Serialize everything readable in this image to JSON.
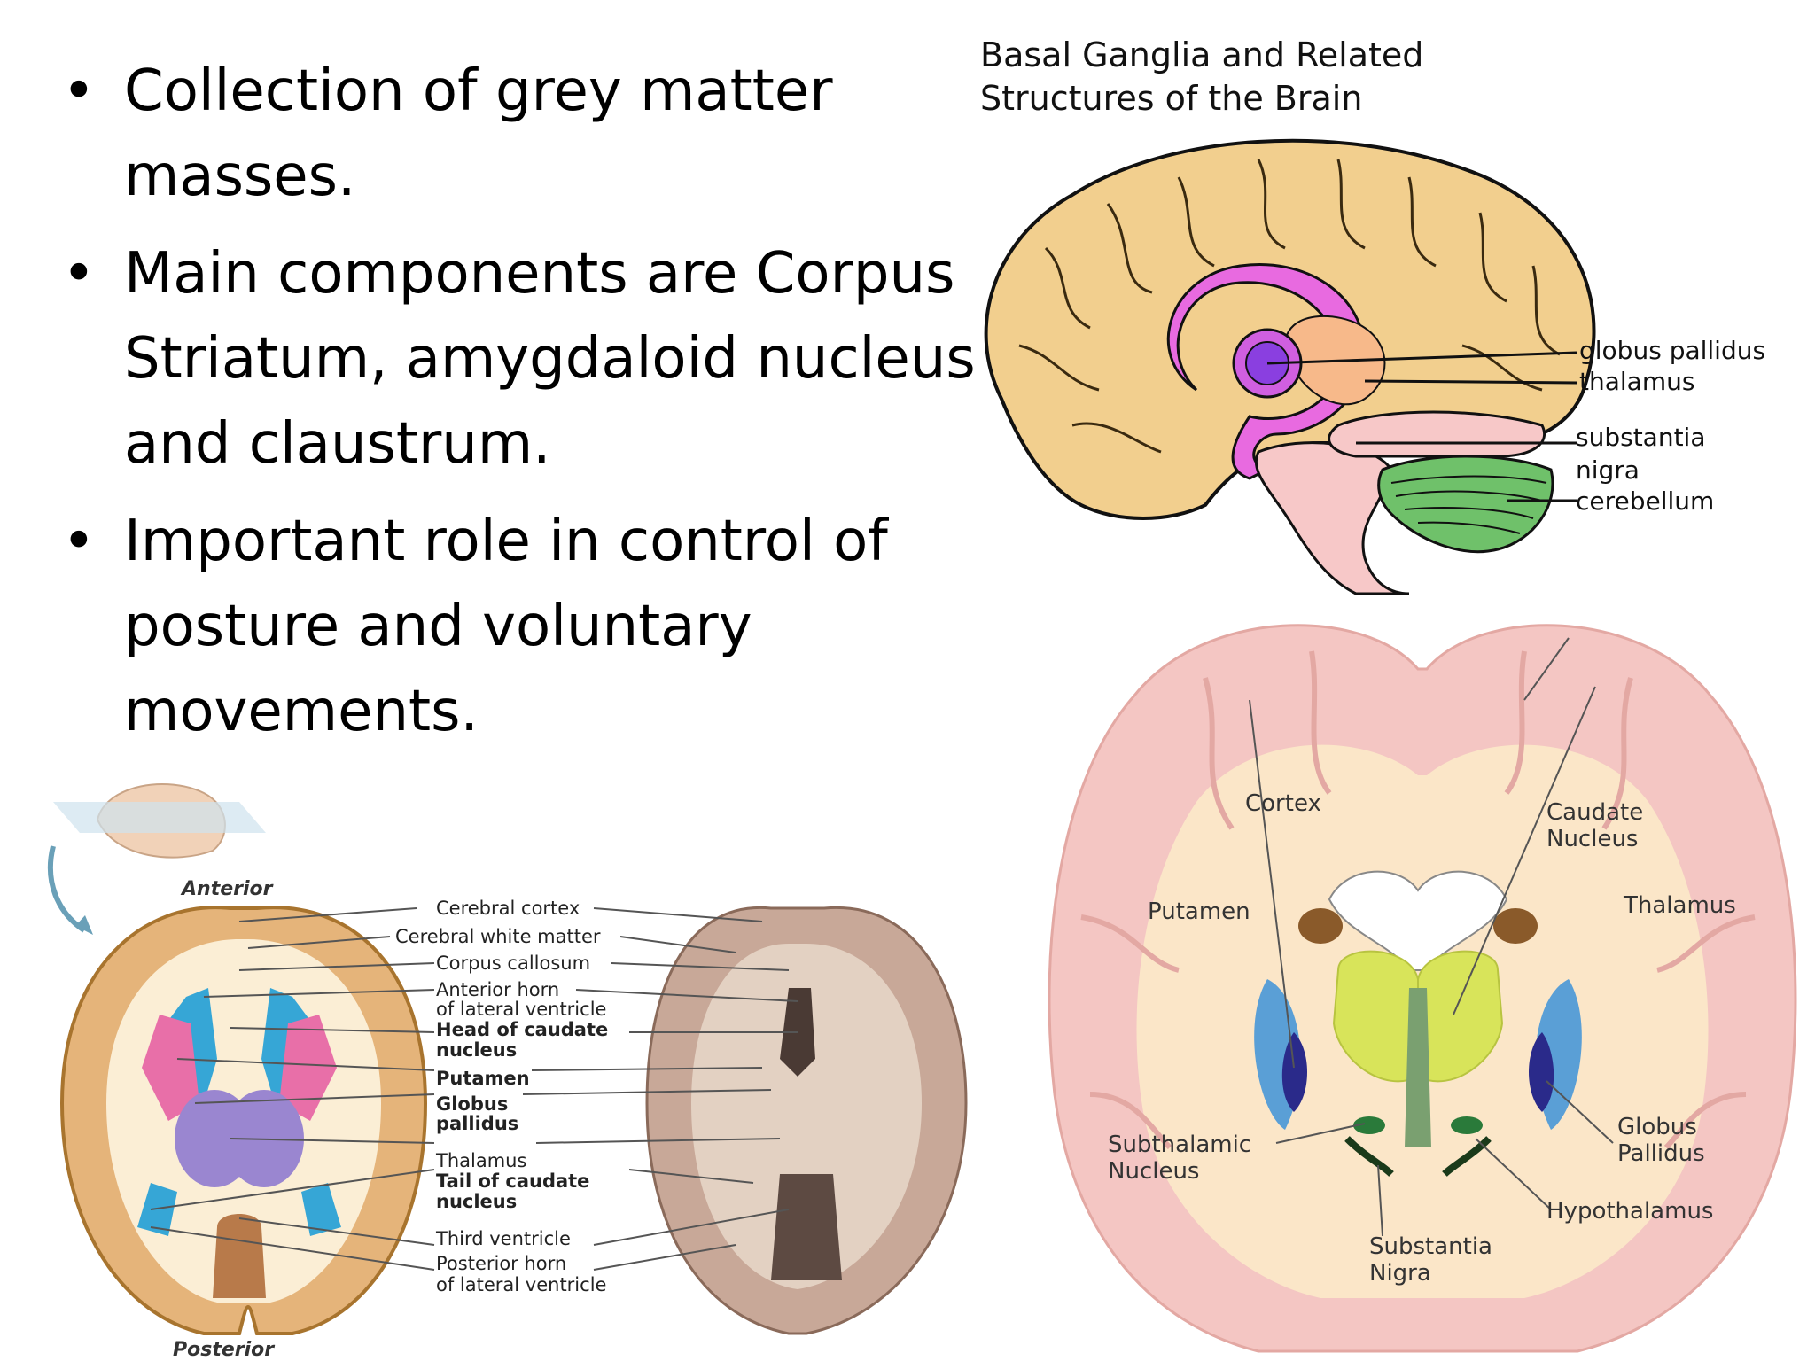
{
  "bullets": [
    "Collection of grey matter masses.",
    "Main components are Corpus Striatum, amygdaloid nucleus and claustrum.",
    "Important role in control of posture and voluntary movements."
  ],
  "sagittal_figure": {
    "title_line1": "Basal Ganglia and Related",
    "title_line2": "Structures of the Brain",
    "labels": [
      "globus pallidus",
      "thalamus",
      "substantia",
      "nigra",
      "cerebellum"
    ]
  },
  "axial_figure": {
    "anterior": "Anterior",
    "posterior": "Posterior",
    "labels": [
      "Cerebral cortex",
      "Cerebral white matter",
      "Corpus callosum",
      "Anterior horn",
      "of lateral ventricle",
      "Head of caudate",
      "nucleus",
      "Putamen",
      "Globus",
      "pallidus",
      "Thalamus",
      "Tail of caudate",
      "nucleus",
      "Third ventricle",
      "Posterior horn",
      "of lateral ventricle"
    ]
  },
  "coronal_figure": {
    "labels": {
      "cortex": "Cortex",
      "caudate1": "Caudate",
      "caudate2": "Nucleus",
      "putamen": "Putamen",
      "thalamus": "Thalamus",
      "subthalamic1": "Subthalamic",
      "subthalamic2": "Nucleus",
      "globus1": "Globus",
      "globus2": "Pallidus",
      "hypothalamus": "Hypothalamus",
      "substantia1": "Substantia",
      "substantia2": "Nigra"
    }
  },
  "colors": {
    "brain_tan": "#f2cf8e",
    "gp_purple": "#8a3fe0",
    "striatum_pink": "#e86ae0",
    "thalamus_orange": "#f7b98a",
    "brainstem_pink": "#f7c8c8",
    "cerebellum_green": "#6fc16a",
    "coronal_pink": "#f4c6c3",
    "coronal_cream": "#fbe6c8",
    "coronal_yellow": "#d8e45a",
    "coronal_blue": "#5a9fd6"
  }
}
